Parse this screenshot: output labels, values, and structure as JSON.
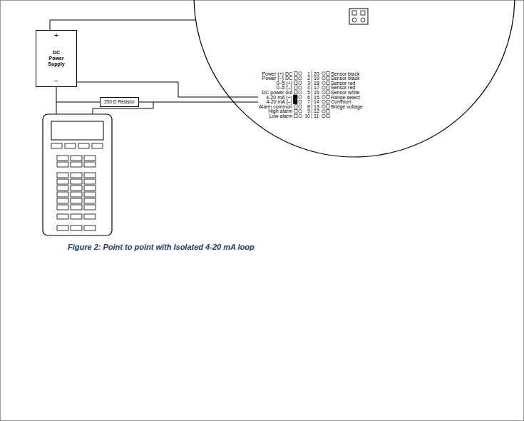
{
  "diagram": {
    "caption": "Figure 2: Point to point with Isolated 4-20 mA loop",
    "nodes": [
      {
        "text": [
          "+",
          "DC Power Supply",
          "−"
        ]
      },
      {
        "text": [
          "250 Ω Resistor"
        ]
      }
    ],
    "edges": [
      {
        "from": 0,
        "to": 1,
        "arrow": "none"
      }
    ],
    "labels": [
      "Power (+) DC",
      "1",
      "20",
      "Sensor black",
      "Power (–) DC",
      "2",
      "19",
      "Sensor black",
      "0–5 (+)",
      "3",
      "18",
      "Sensor red",
      "0–5 (–)",
      "4",
      "17",
      "Sensor red",
      "DC power out",
      "5",
      "16",
      "Sensor white",
      "4-20 mA (+)",
      "6",
      "15",
      "Range select",
      "4-20 mA (–)",
      "7",
      "14",
      "Common",
      "Alarm common",
      "8",
      "13",
      "Bridge voltage",
      "High alarm",
      "9",
      "12",
      "Low alarm",
      "10",
      "11"
    ]
  }
}
